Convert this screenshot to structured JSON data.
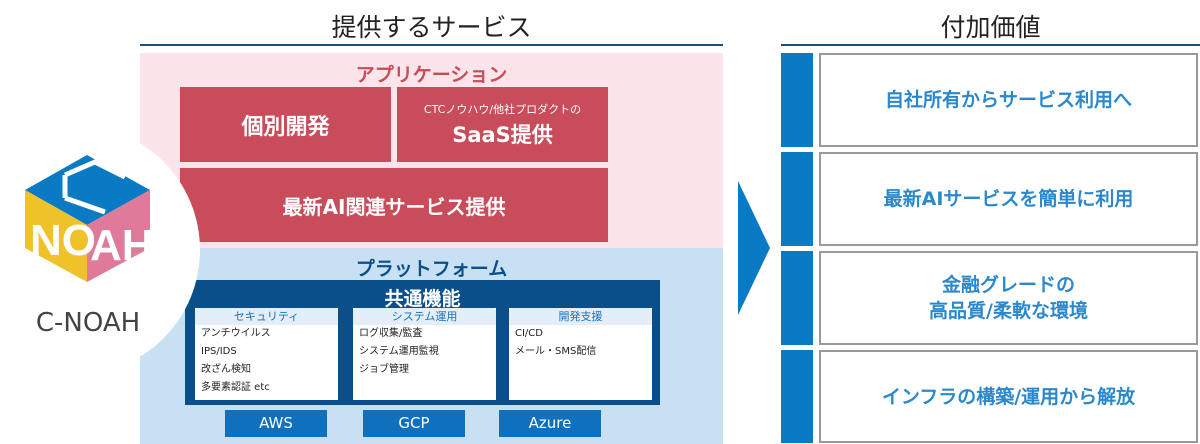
{
  "left_title": "提供するサービス",
  "right_title": "付加価値",
  "logo": {
    "letters": "NOAH",
    "c": "C",
    "name": "C-NOAH"
  },
  "application": {
    "heading": "アプリケーション",
    "custom_dev": "個別開発",
    "saas_caption": "CTCノウハウ/他社プロダクトの",
    "saas_label": "SaaS提供",
    "ai_service": "最新AI関連サービス提供"
  },
  "platform": {
    "heading": "プラットフォーム",
    "common_title": "共通機能",
    "groups": [
      {
        "title": "セキュリティ",
        "items": [
          "アンチウイルス",
          "IPS/IDS",
          "改ざん検知",
          "多要素認証 etc"
        ]
      },
      {
        "title": "システム運用",
        "items": [
          "ログ収集/監査",
          "システム運用監視",
          "ジョブ管理"
        ]
      },
      {
        "title": "開発支援",
        "items": [
          "CI/CD",
          "メール・SMS配信"
        ]
      }
    ],
    "clouds": [
      "AWS",
      "GCP",
      "Azure"
    ]
  },
  "values": [
    {
      "lines": [
        "自社所有からサービス利用へ"
      ]
    },
    {
      "lines": [
        "最新AIサービスを簡単に利用"
      ]
    },
    {
      "lines": [
        "金融グレードの",
        "高品質/柔軟な環境"
      ]
    },
    {
      "lines": [
        "インフラの構築/運用から解放"
      ]
    }
  ],
  "colors": {
    "accent_blue": "#0a7ac4",
    "app_red": "#c94c5a",
    "navy": "#0b4f8a"
  }
}
